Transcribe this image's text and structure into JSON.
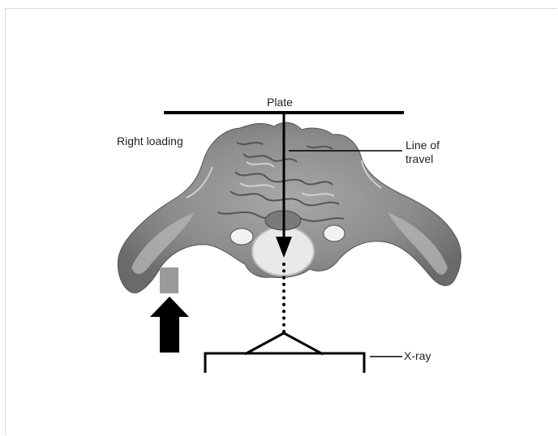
{
  "labels": {
    "plate": "Plate",
    "right_loading": "Right loading",
    "line_of_travel": "Line of\ntravel",
    "xray": "X-ray"
  },
  "colors": {
    "bone": "#8f8f8f",
    "bone_dark": "#5e5e5e",
    "bone_light": "#c9c9c9",
    "vertebra": "#e9e9e9",
    "load_pad": "#9a9a9a",
    "ink": "#000000"
  },
  "icons": {
    "load_arrow": "up-arrow-icon",
    "travel_arrow": "down-arrow-icon"
  }
}
